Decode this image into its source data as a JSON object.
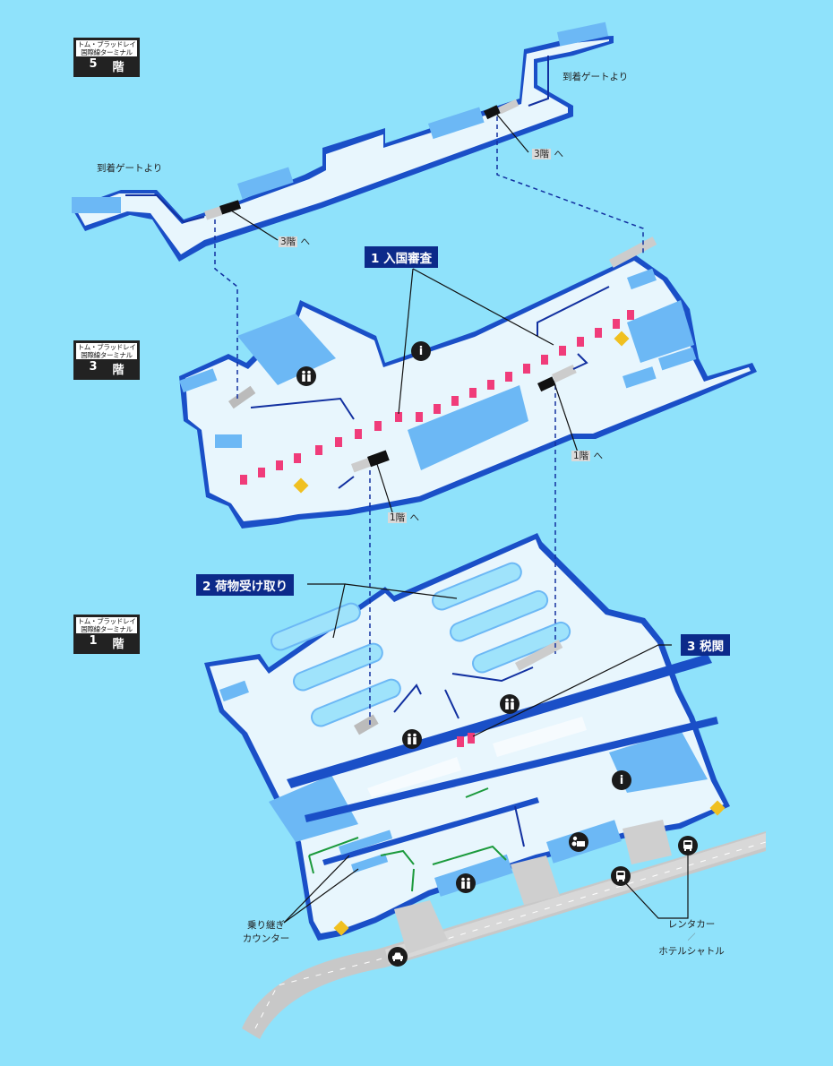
{
  "floors": [
    {
      "id": "5f",
      "terminal": "トム・ブラッドレイ国際線ターミナル",
      "terminal_line1": "トム・ブラッドレイ",
      "terminal_line2": "国際線ターミナル",
      "number": "5",
      "unit": "階"
    },
    {
      "id": "3f",
      "terminal": "トム・ブラッドレイ国際線ターミナル",
      "terminal_line1": "トム・ブラッドレイ",
      "terminal_line2": "国際線ターミナル",
      "number": "3",
      "unit": "階"
    },
    {
      "id": "1f",
      "terminal": "トム・ブラッドレイ国際線ターミナル",
      "terminal_line1": "トム・ブラッドレイ",
      "terminal_line2": "国際線ターミナル",
      "number": "1",
      "unit": "階"
    }
  ],
  "callouts": [
    {
      "step": "1",
      "label": "入国審査",
      "text": "1 入国審査"
    },
    {
      "step": "2",
      "label": "荷物受け取り",
      "text": "2 荷物受け取り"
    },
    {
      "step": "3",
      "label": "税関",
      "text": "3 税関"
    }
  ],
  "labels": {
    "arrival_gate_right": "到着ゲートより",
    "arrival_gate_left": "到着ゲートより",
    "to_3f_right": {
      "floor": "3階",
      "dir": "へ"
    },
    "to_3f_left": {
      "floor": "3階",
      "dir": "へ"
    },
    "to_1f_center": {
      "floor": "1階",
      "dir": "へ"
    },
    "to_1f_right": {
      "floor": "1階",
      "dir": "へ"
    },
    "transfer_counter_line1": "乗り継ぎ",
    "transfer_counter_line2": "カウンター",
    "rental_car": "レンタカー",
    "slash": "／",
    "hotel_shuttle": "ホテルシャトル"
  },
  "icons": {
    "information": "i",
    "restroom": "restroom-icon",
    "bus": "bus-icon",
    "taxi": "taxi-icon",
    "baggage_service": "baggage-service-icon",
    "no_entry": "no-entry-icon",
    "escalator": "escalator-icon"
  },
  "colors": {
    "background": "#8fe2fb",
    "floor": "#e8f6fd",
    "wall": "#1a4fc7",
    "block": "#6cb8f5",
    "immigration_booth": "#f03c7a",
    "callout_bg": "#0c2a8a",
    "route_arrow": "#1230a0",
    "transfer_arrow": "#1b9a3c",
    "road": "#c8c8c8"
  }
}
